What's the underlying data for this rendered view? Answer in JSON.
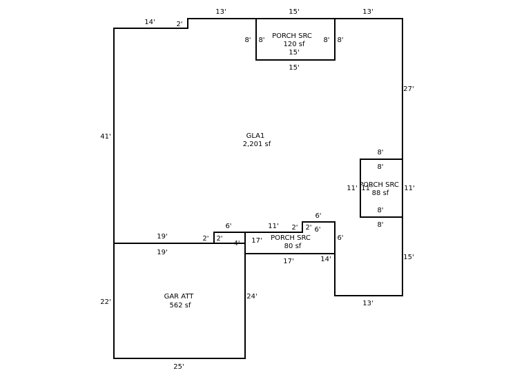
{
  "areas": [
    {
      "id": "gla1",
      "name": "GLA1",
      "area": "2,201 sf"
    },
    {
      "id": "porch_top",
      "name": "PORCH SRC",
      "area": "120 sf"
    },
    {
      "id": "porch_right",
      "name": "PORCH SRC",
      "area": "88 sf"
    },
    {
      "id": "porch_mid",
      "name": "PORCH SRC",
      "area": "80 sf"
    },
    {
      "id": "garage",
      "name": "GAR ATT",
      "area": "562 sf"
    }
  ],
  "dimensions": {
    "top_14": "14'",
    "top_2": "2'",
    "top_13_left": "13'",
    "top_15": "15'",
    "top_13_right": "13'",
    "porch_top_8_ol": "8'",
    "porch_top_8_il": "8'",
    "porch_top_8_ir": "8'",
    "porch_top_8_or": "8'",
    "porch_top_15_in": "15'",
    "porch_top_15_out": "15'",
    "right_27": "27'",
    "left_41": "41'",
    "porch_right_8_top_out": "8'",
    "porch_right_8_top_in": "8'",
    "porch_right_11_left": "11'",
    "porch_right_11_in": "11'",
    "porch_right_11_right": "11'",
    "porch_right_8_bot_in": "8'",
    "porch_right_8_bot_out": "8'",
    "step_6_top": "6'",
    "step_6_mid": "6'",
    "step_6_right": "6'",
    "step_11": "11'",
    "step_2a": "2'",
    "step_2b": "2'",
    "left_19_top": "19'",
    "left_19_bot": "19'",
    "small_2a": "2'",
    "small_2b": "2'",
    "mid_4": "4'",
    "mid_17_top": "17'",
    "mid_17_bot": "17'",
    "mid_14": "14'",
    "right_15": "15'",
    "bottom_13": "13'",
    "gar_22": "22'",
    "gar_24": "24'",
    "gar_25": "25'"
  }
}
